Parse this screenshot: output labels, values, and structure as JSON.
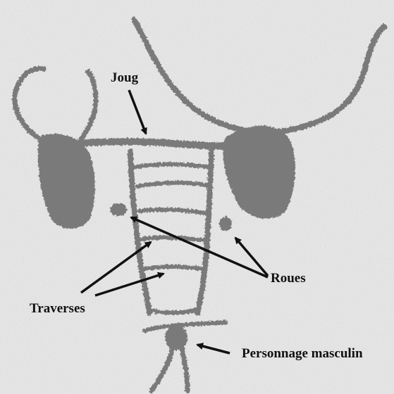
{
  "labels": {
    "joug": "Joug",
    "roues": "Roues",
    "traverses": "Traverses",
    "personnage": "Personnage masculin"
  },
  "colors": {
    "background": "#d9d9d9",
    "engraving": "#7a7a7a",
    "arrow": "#111111"
  }
}
